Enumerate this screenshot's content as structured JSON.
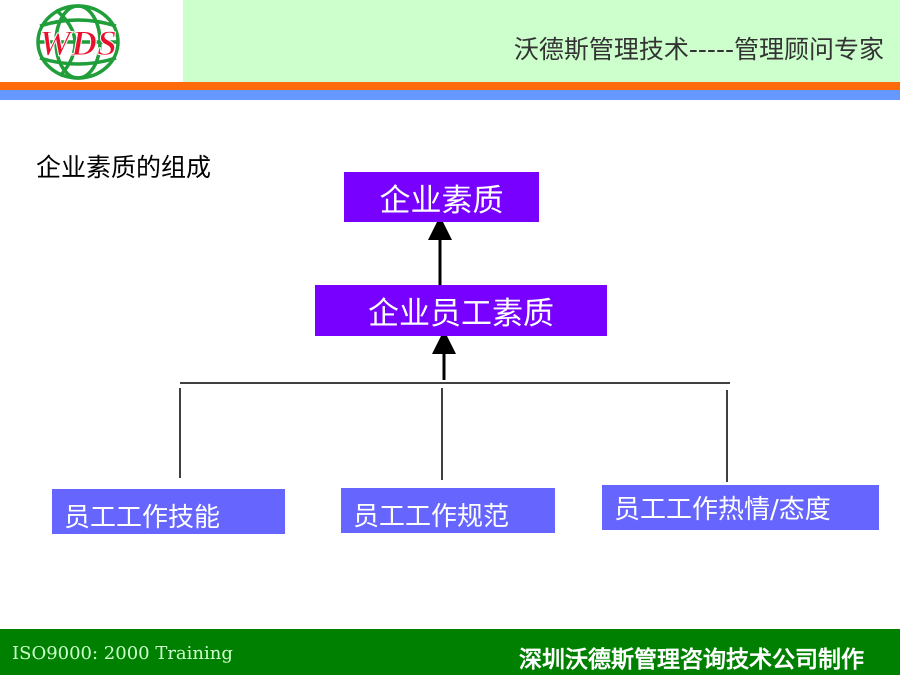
{
  "header": {
    "title": "沃德斯管理技术-----管理顾问专家",
    "logo_text": "WDS"
  },
  "slide": {
    "section_title": "企业素质的组成"
  },
  "diagram": {
    "top_box": "企业素质",
    "middle_box": "企业员工素质",
    "components": [
      "员工工作技能",
      "员工工作规范",
      "员工工作热情/态度"
    ]
  },
  "footer": {
    "left_text": "ISO9000: 2000 Training",
    "right_text": "深圳沃德斯管理咨询技术公司制作"
  },
  "colors": {
    "header_bg": "#ccffcc",
    "orange_stripe": "#ff6a0a",
    "blue_stripe": "#6699ff",
    "primary_box": "#7700ff",
    "secondary_box": "#6666ff",
    "footer_bg": "#008000",
    "logo_red": "#e8112d",
    "logo_green": "#1f9e3a"
  }
}
